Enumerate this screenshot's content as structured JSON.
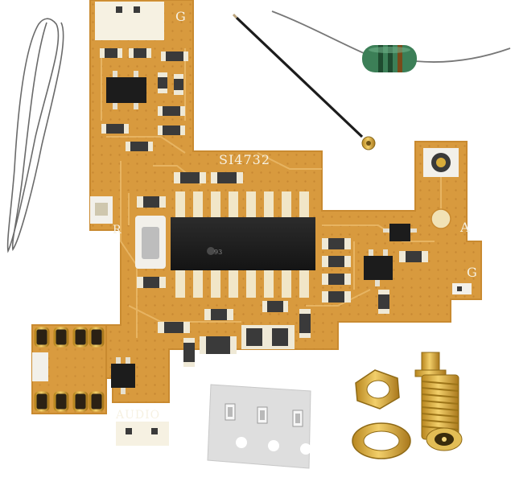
{
  "labels": {
    "chip": "SI4732",
    "ground_top": "G",
    "ground_right": "G",
    "antenna": "A",
    "reset": "R",
    "audio": "AUDIO",
    "ic_marking": "93"
  },
  "colors": {
    "background": "#ffffff",
    "pcb": "#d89a3e",
    "pcb_edge": "#c98a30",
    "pcb_trace": "#e9b766",
    "silkscreen": "#f7f3e8",
    "copper_pad": "#f1e2b5",
    "gold": "#d8ac3a",
    "ic_body": "#1e1e1e",
    "inductor_body": "#3c7f57",
    "tape": "#dedede",
    "wire": "#555555"
  },
  "icons": {
    "board": "radio-module-pcb-icon",
    "antenna_coax": "coax-cable-icon",
    "inductor": "inductor-icon",
    "sma": "sma-connector-icon",
    "nut": "hex-nut-icon",
    "washer": "lock-washer-icon",
    "wire_loop": "wire-loop-icon",
    "caps_tape": "capacitor-tape-icon"
  }
}
